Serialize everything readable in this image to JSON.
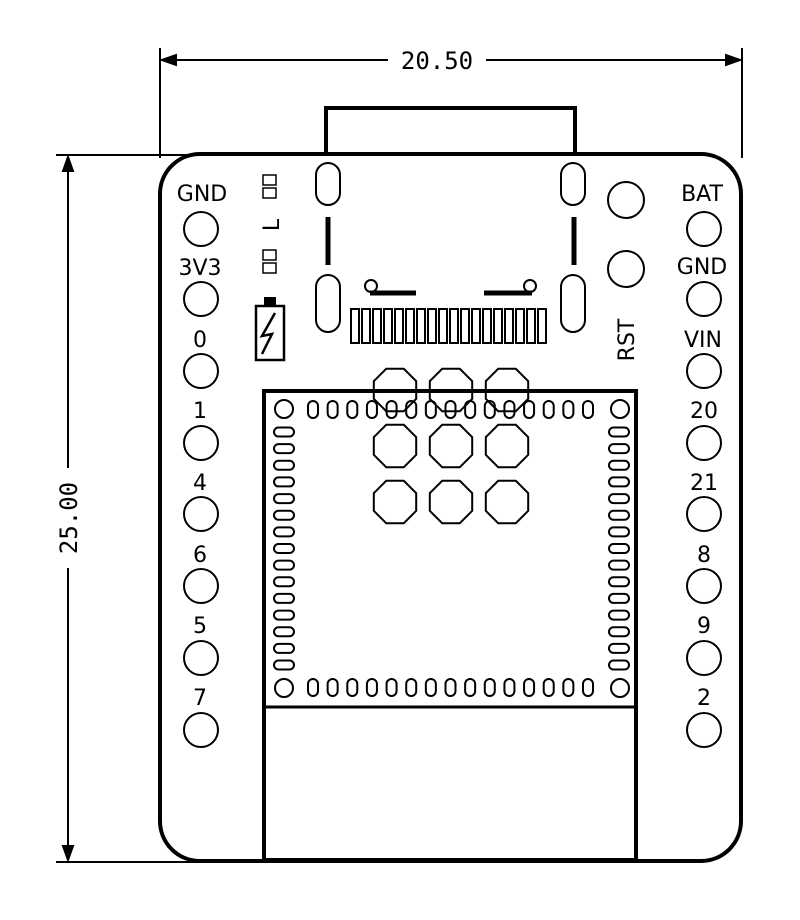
{
  "dimensions": {
    "width": "20.50",
    "height": "25.00"
  },
  "left_pins": [
    {
      "label": "GND"
    },
    {
      "label": "3V3"
    },
    {
      "label": "0"
    },
    {
      "label": "1"
    },
    {
      "label": "4"
    },
    {
      "label": "6"
    },
    {
      "label": "5"
    },
    {
      "label": "7"
    }
  ],
  "right_pins": [
    {
      "label": "BAT"
    },
    {
      "label": "GND"
    },
    {
      "label": "VIN"
    },
    {
      "label": "20"
    },
    {
      "label": "21"
    },
    {
      "label": "8"
    },
    {
      "label": "9"
    },
    {
      "label": "2"
    }
  ],
  "buttons": {
    "reset_label": "RST"
  },
  "indicators": {
    "led_label": "L"
  },
  "icons": {
    "charge": "lightning-bolt-icon"
  }
}
